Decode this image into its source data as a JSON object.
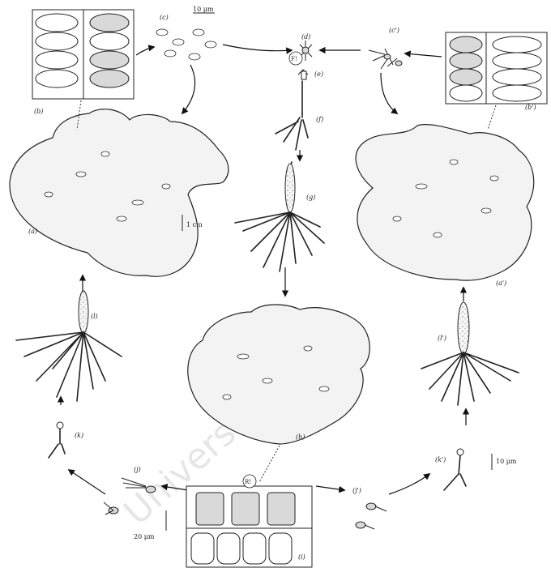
{
  "labels": {
    "a": "(a)",
    "a_prime": "(a')",
    "b": "(b)",
    "b_prime": "(b')",
    "c": "(c)",
    "c_prime": "(c')",
    "d": "(d)",
    "e": "(e)",
    "f": "(f)",
    "g": "(g)",
    "h": "(h)",
    "i": "(i)",
    "j": "(j)",
    "j_prime": "(j')",
    "k": "(k)",
    "k_prime": "(k')",
    "l": "(l)",
    "l_prime": "(l')"
  },
  "markers": {
    "fertilization": "F!",
    "meiosis": "R!"
  },
  "scales": {
    "top": "10 μm",
    "thallus": "1 cm",
    "right": "10 μm",
    "bottom": "20 μm"
  },
  "watermark": "University Press",
  "colors": {
    "ink": "#222222",
    "stipple": "#f3f3f3"
  }
}
